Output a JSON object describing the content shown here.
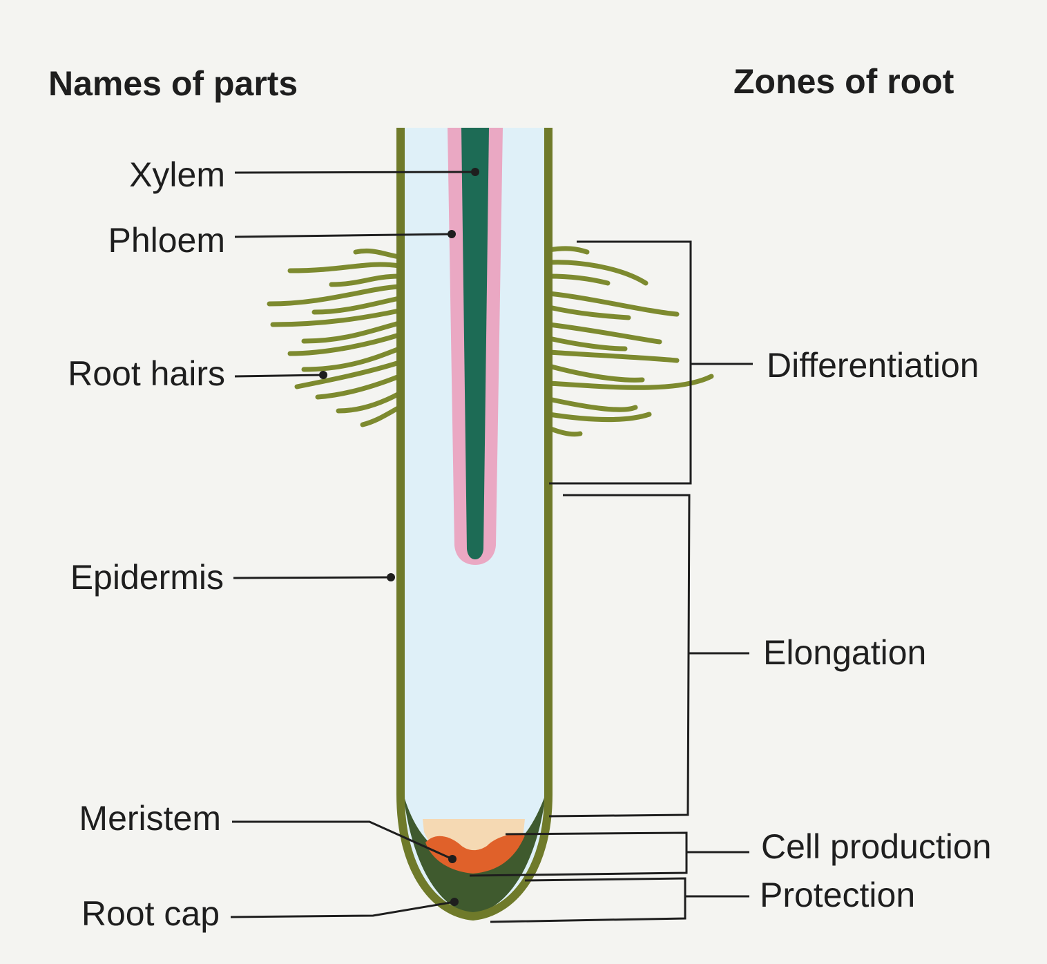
{
  "headings": {
    "left": "Names of parts",
    "right": "Zones of root"
  },
  "parts": [
    {
      "id": "xylem",
      "label": "Xylem"
    },
    {
      "id": "phloem",
      "label": "Phloem"
    },
    {
      "id": "root-hairs",
      "label": "Root hairs"
    },
    {
      "id": "epidermis",
      "label": "Epidermis"
    },
    {
      "id": "meristem",
      "label": "Meristem"
    },
    {
      "id": "root-cap",
      "label": "Root cap"
    }
  ],
  "zones": [
    {
      "id": "differentiation",
      "label": "Differentiation"
    },
    {
      "id": "elongation",
      "label": "Elongation"
    },
    {
      "id": "cell-production",
      "label": "Cell production"
    },
    {
      "id": "protection",
      "label": "Protection"
    }
  ],
  "colors": {
    "epidermis": "#6f7a2a",
    "root_hair": "#7d8a2f",
    "cortex": "#dff0f8",
    "xylem": "#1d6b55",
    "phloem": "#eaa8c3",
    "meristem": "#e0612a",
    "meristem_light": "#f5d9b3",
    "root_cap": "#3f5a2e"
  }
}
